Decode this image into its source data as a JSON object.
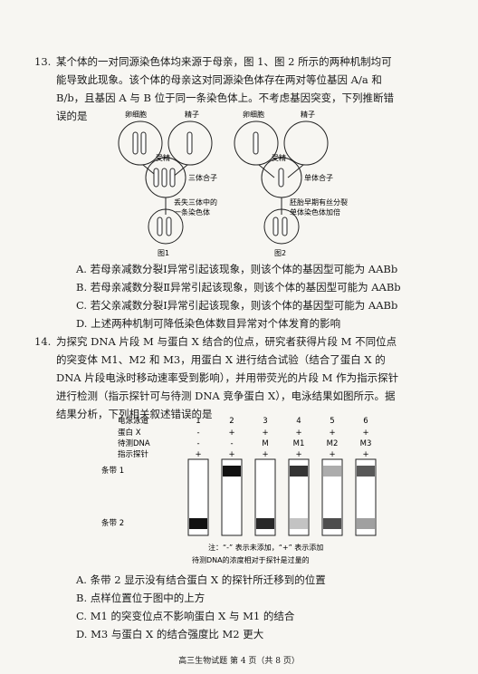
{
  "q13": {
    "number": "13.",
    "stem": [
      "某个体的一对同源染色体均来源于母亲，图 1、图 2 所示的两种机制均可",
      "能导致此现象。该个体的母亲这对同源染色体存在两对等位基因 A/a 和",
      "B/b，且基因 A 与 B 位于同一条染色体上。不考虑基因突变，下列推断错",
      "误的是"
    ],
    "fig1": {
      "egg": "卵细胞",
      "sperm": "精子",
      "fertilize": "受精",
      "zygote": "三体合子",
      "process_1": "丢失三体中的",
      "process_2": "一条染色体",
      "caption": "图1"
    },
    "fig2": {
      "egg": "卵细胞",
      "sperm": "精子",
      "fertilize": "受精",
      "zygote": "单体合子",
      "process_1": "胚胎早期有丝分裂",
      "process_2": "单体染色体加倍",
      "caption": "图2"
    },
    "options": [
      "A. 若母亲减数分裂Ⅰ异常引起该现象，则该个体的基因型可能为 AABb",
      "B. 若母亲减数分裂Ⅱ异常引起该现象，则该个体的基因型可能为 AABb",
      "C. 若父亲减数分裂Ⅰ异常引起该现象，则该个体的基因型可能为 AABb",
      "D. 上述两种机制可降低染色体数目异常对个体发育的影响"
    ]
  },
  "q14": {
    "number": "14.",
    "stem": [
      "为探究 DNA 片段 M 与蛋白 X 结合的位点，研究者获得片段 M 不同位点",
      "的突变体 M1、M2 和 M3，用蛋白 X 进行结合试验（结合了蛋白 X 的",
      "DNA 片段电泳时移动速率受到影响），并用带荧光的片段 M 作为指示探针",
      "进行检测（指示探针可与待测 DNA 竞争蛋白 X），电泳结果如图所示。据",
      "结果分析，下列相关叙述错误的是"
    ],
    "table": {
      "row_labels": [
        "电泳泳道",
        "蛋白 X",
        "待测DNA",
        "指示探针"
      ],
      "lanes": [
        "1",
        "2",
        "3",
        "4",
        "5",
        "6"
      ],
      "protein": [
        "-",
        "+",
        "+",
        "+",
        "+",
        "+"
      ],
      "dna": [
        "-",
        "-",
        "M",
        "M1",
        "M2",
        "M3"
      ],
      "probe": [
        "+",
        "+",
        "+",
        "+",
        "+",
        "+"
      ]
    },
    "band_labels": [
      "条带 1",
      "条带 2"
    ],
    "bands": {
      "band1_intensity": [
        0,
        1,
        0,
        0.85,
        0.35,
        0.7
      ],
      "band2_intensity": [
        1,
        0,
        0.9,
        0.25,
        0.75,
        0.4
      ]
    },
    "note_1": "注：“-” 表示未添加，“+” 表示添加",
    "note_2": "待测DNA的浓度相对于探针是过量的",
    "options": [
      "A. 条带 2 显示没有结合蛋白 X 的探针所迁移到的位置",
      "B. 点样位置位于图中的上方",
      "C. M1 的突变位点不影响蛋白 X 与 M1 的结合",
      "D. M3 与蛋白 X 的结合强度比 M2 更大"
    ]
  },
  "footer": "高三生物试题  第 4 页（共 8 页）"
}
